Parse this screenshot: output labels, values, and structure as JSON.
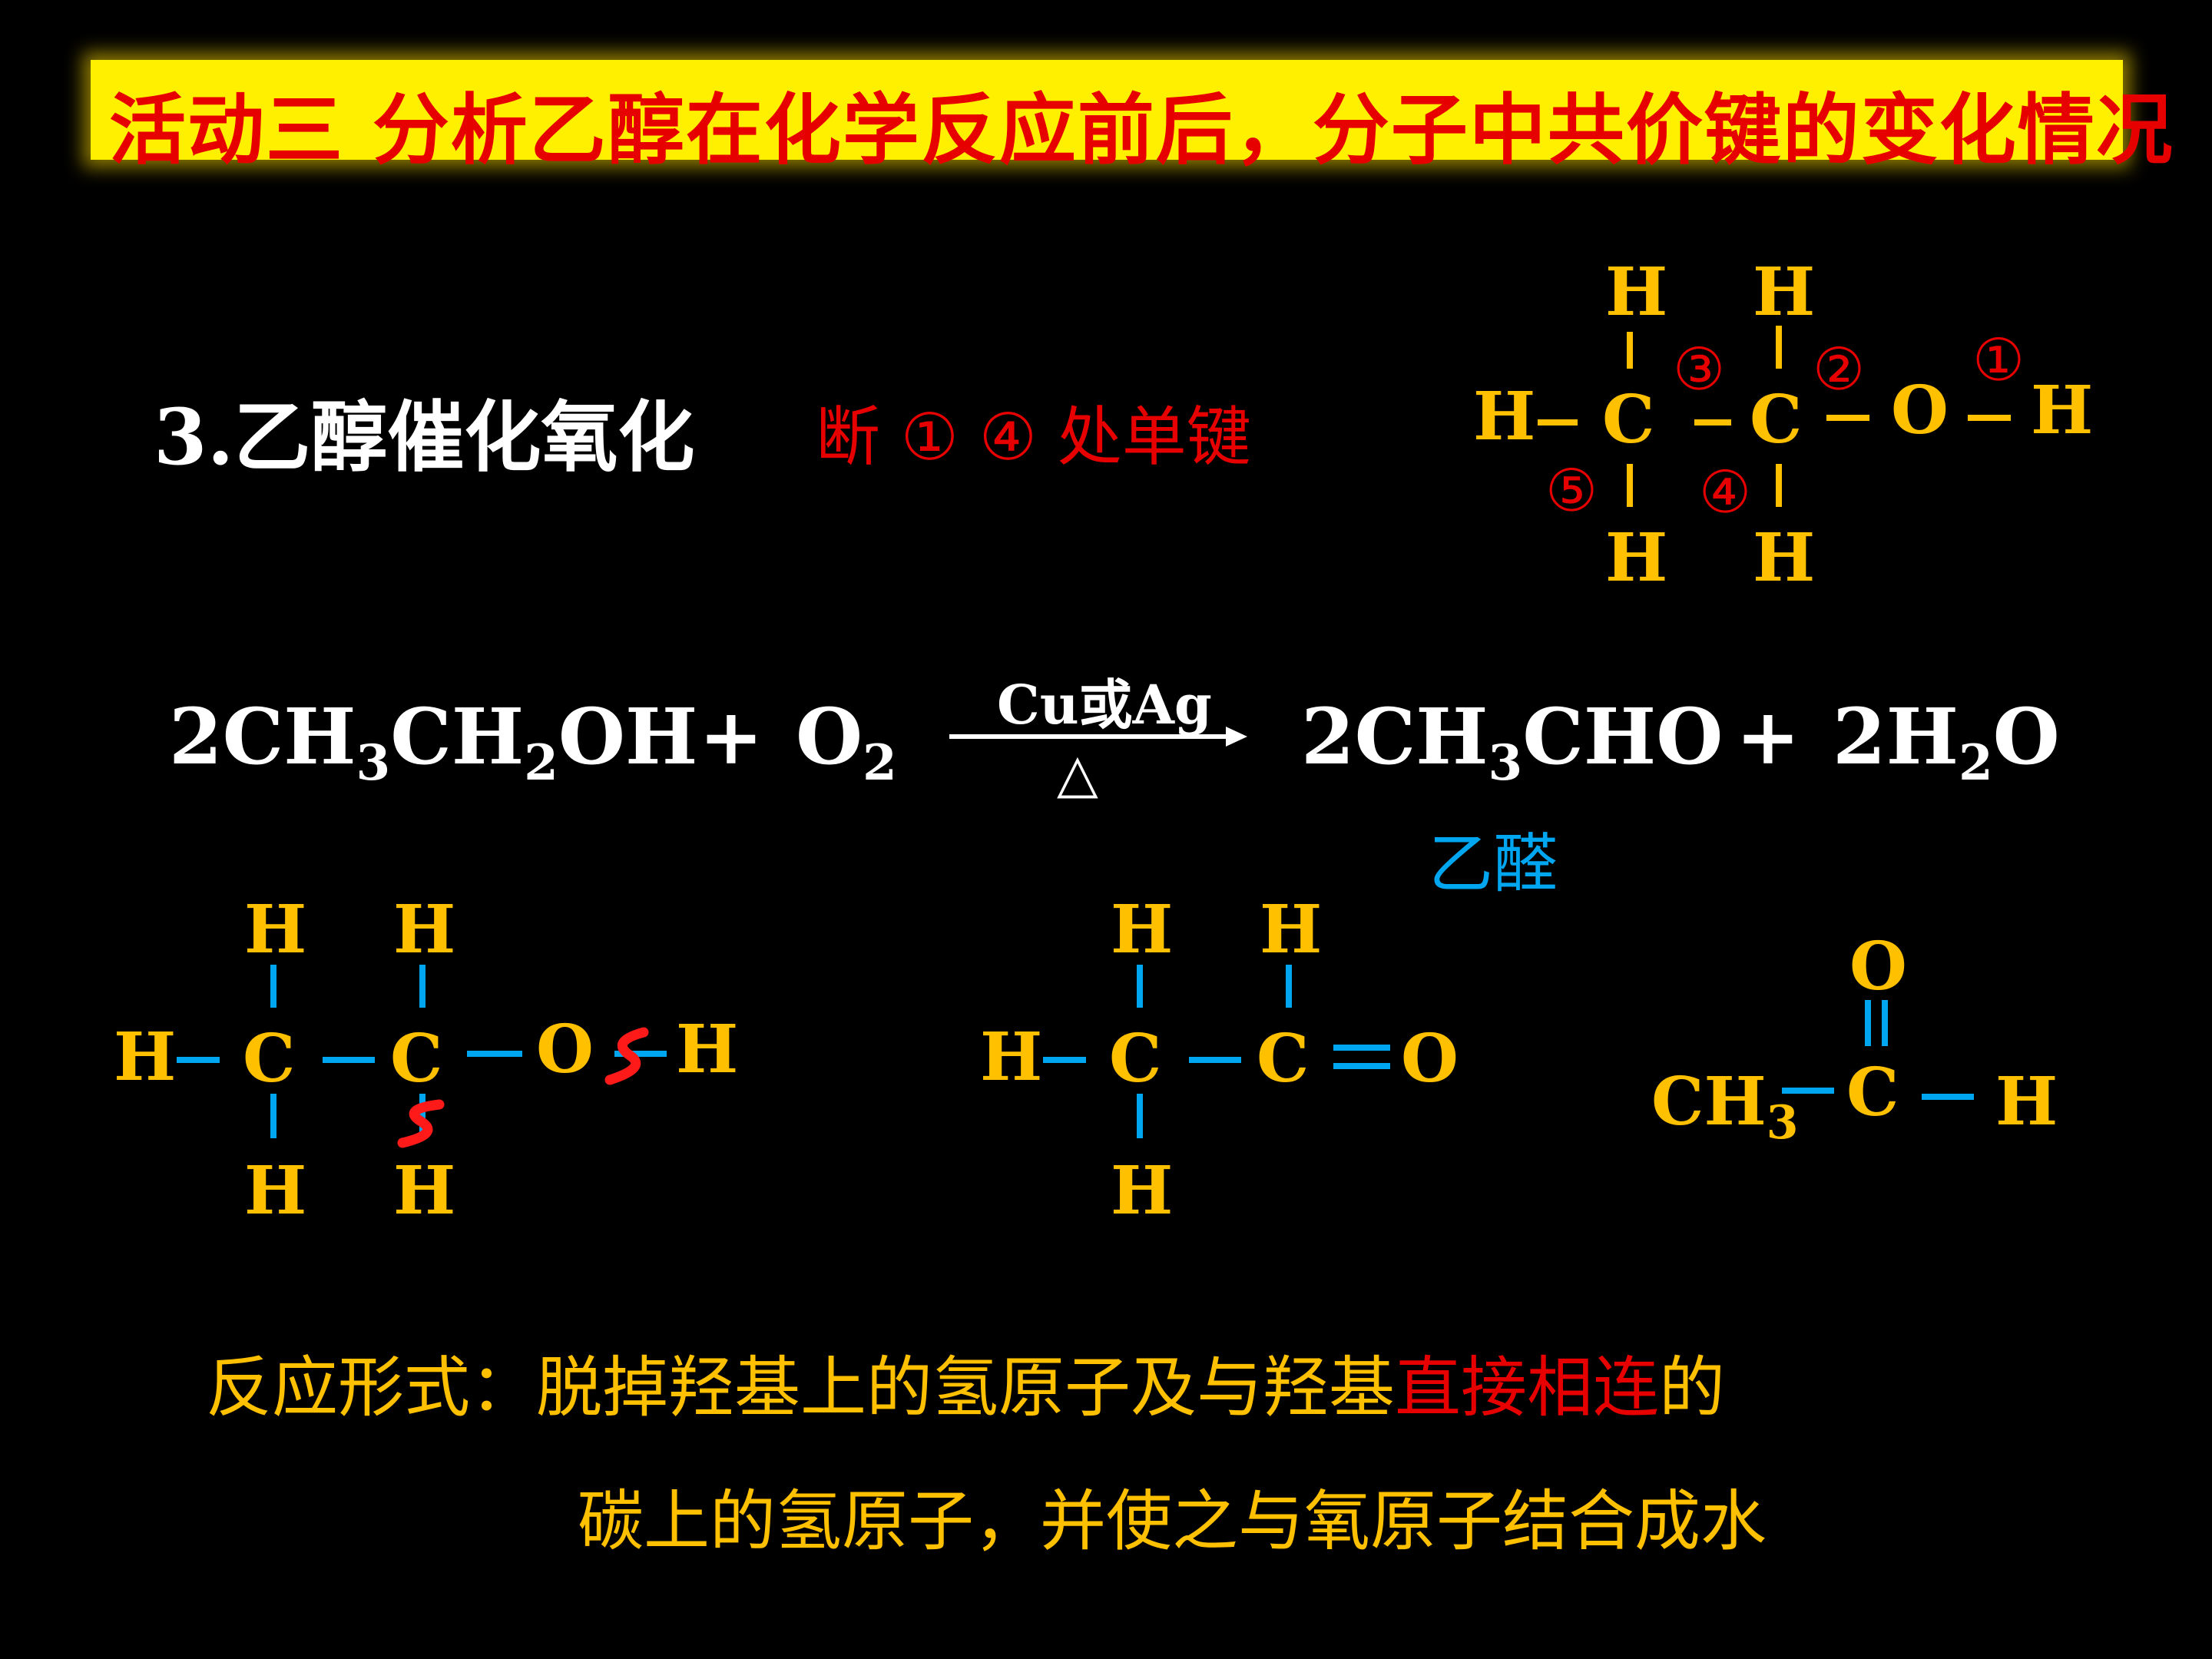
{
  "banner": {
    "text": "活动三   分析乙醇在化学反应前后，分子中共价键的变化情况"
  },
  "section": {
    "title": "3.乙醇催化氧化",
    "break_note": "断 ① ④ 处单键"
  },
  "structure_top": {
    "atoms": {
      "H": "H",
      "C": "C",
      "O": "O"
    },
    "bond_labels": [
      "①",
      "②",
      "③",
      "④",
      "⑤"
    ]
  },
  "equation": {
    "r1_coef": "2",
    "r1_a": "CH",
    "r1_s1": "3",
    "r1_b": "CH",
    "r1_s2": "2",
    "r1_c": "OH",
    "plus": "+",
    "r2_a": "O",
    "r2_s": "2",
    "condition": "Cu或Ag",
    "heat": "△",
    "p1_coef": "2",
    "p1_a": "CH",
    "p1_s": "3",
    "p1_b": "CHO",
    "p2_coef": "2",
    "p2_a": "H",
    "p2_s": "2",
    "p2_b": "O"
  },
  "product_label": "乙醛",
  "acetaldehyde": {
    "ch3": "CH",
    "sub": "3"
  },
  "description": {
    "line1_a": "反应形式：脱掉羟基上的氢原子及与羟基",
    "line1_red": "直接相连",
    "line1_b": "的",
    "line2": "碳上的氢原子，并使之与氧原子结合成水"
  },
  "colors": {
    "banner_bg": "#fff000",
    "red": "#e60000",
    "yellow": "#ffc000",
    "blue": "#00a6ef",
    "background": "#000000"
  }
}
